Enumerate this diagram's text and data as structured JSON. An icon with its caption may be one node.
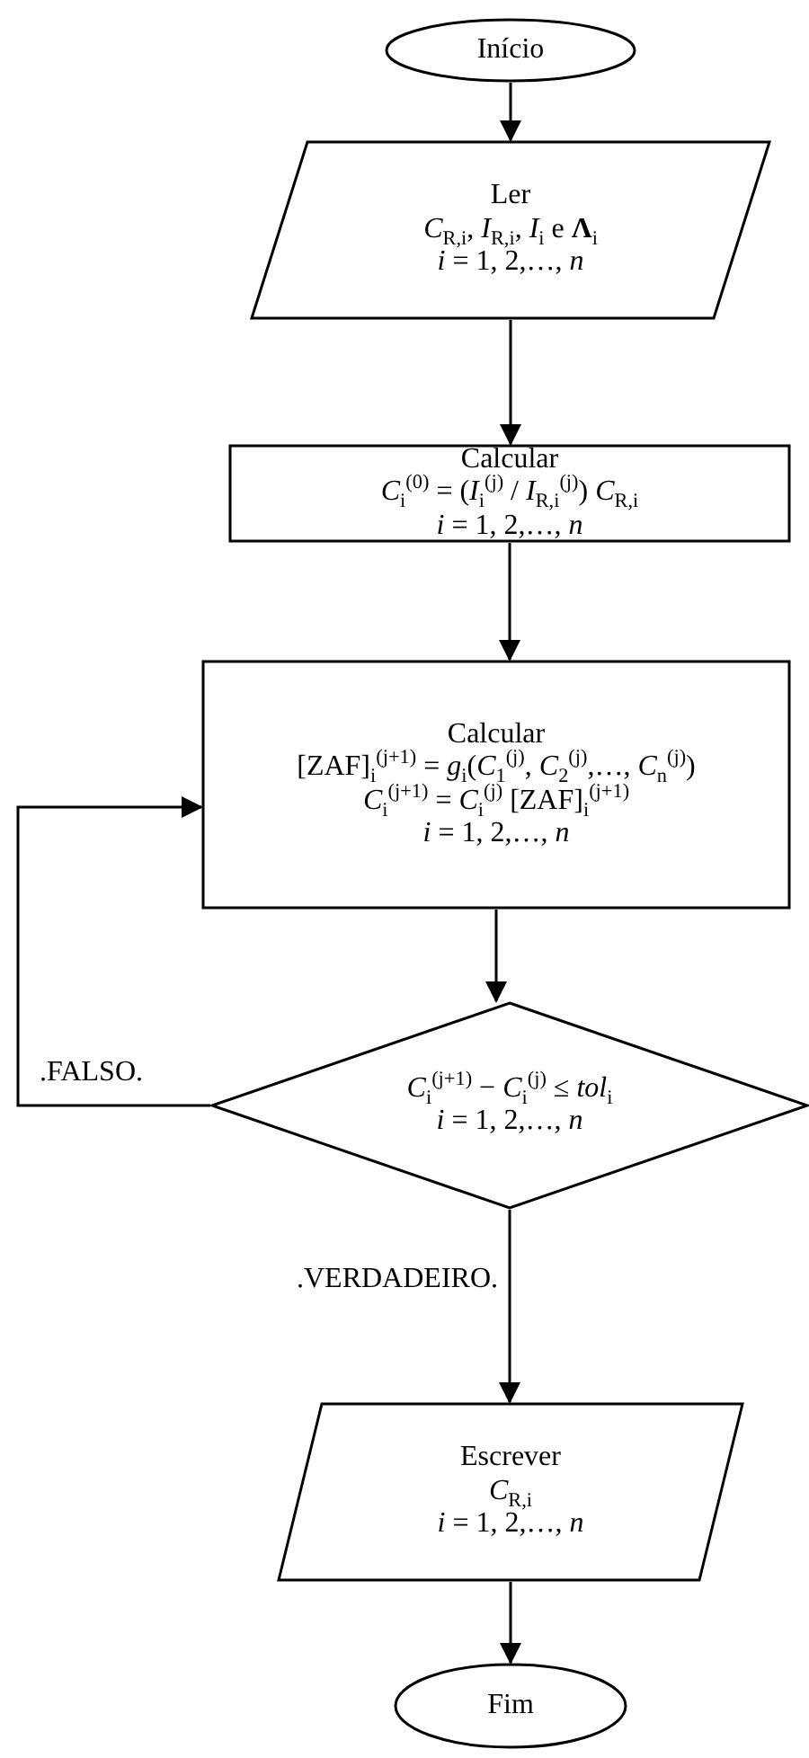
{
  "diagram": {
    "nodes": [
      {
        "text": [
          "Início"
        ]
      },
      {
        "text": [
          "Ler",
          "*C*$_{R,i}$, *I*$_{R,i}$, *I*$_{i}$ e **Λ**$_{i}$",
          "*i* = 1, 2,…, *n*"
        ]
      },
      {
        "text": [
          "Calcular",
          "*C*$_{i}$$^{(0)}$ = (*I*$_{i}$$^{(j)}$ / *I*$_{R,i}$$^{(j)}$) *C*$_{R,i}$",
          "*i* = 1, 2,…, *n*"
        ]
      },
      {
        "text": [
          "Calcular",
          "[ZAF]$_{i}$$^{(j+1)}$ = *g*$_{i}$(*C*$_{1}$$^{(j)}$, *C*$_{2}$$^{(j)}$,…, *C*$_{n}$$^{(j)}$)",
          "*C*$_{i}$$^{(j+1)}$ = *C*$_{i}$$^{(j)}$ [ZAF]$_{i}$$^{(j+1)}$",
          "*i* = 1, 2,…, *n*"
        ]
      },
      {
        "text": [
          "*C*$_{i}$$^{(j+1)}$ − *C*$_{i}$$^{(j)}$ ≤ *tol*$_{i}$",
          "*i* = 1, 2,…, *n*"
        ]
      },
      {
        "text": [
          "Escrever",
          "*C*$_{R,i}$",
          "*i* = 1, 2,…, *n*"
        ]
      },
      {
        "text": [
          "Fim"
        ]
      }
    ],
    "edges": [
      {
        "from": 0,
        "to": 1,
        "arrow": "to"
      },
      {
        "from": 1,
        "to": 2,
        "arrow": "to"
      },
      {
        "from": 2,
        "to": 3,
        "arrow": "to"
      },
      {
        "from": 3,
        "to": 4,
        "arrow": "to"
      },
      {
        "from": 4,
        "to": 3,
        "arrow": "to",
        "label": ".FALSO."
      },
      {
        "from": 4,
        "to": 5,
        "arrow": "to",
        "label": ".VERDADEIRO."
      },
      {
        "from": 5,
        "to": 6,
        "arrow": "to"
      }
    ]
  }
}
